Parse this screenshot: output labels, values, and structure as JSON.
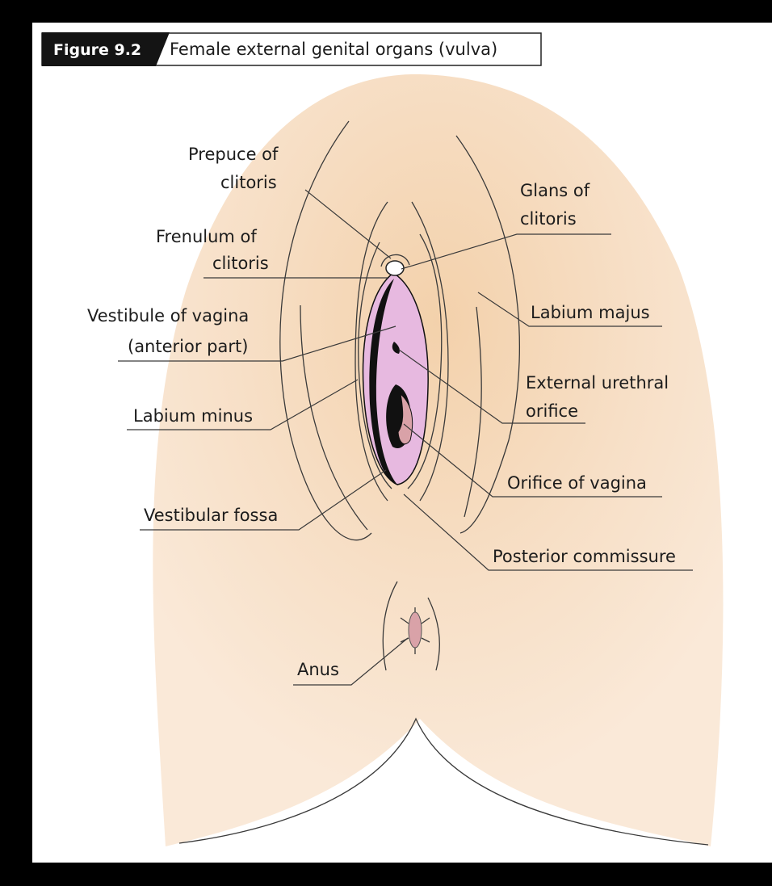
{
  "figure": {
    "number": "Figure 9.2",
    "title": "Female external genital organs (vulva)"
  },
  "colors": {
    "skin": "#f8e4cf",
    "skin_glow": "#f3d4b0",
    "mucosa": "#e7b9e0",
    "vagina_inner": "#d9a2a8",
    "background": "#ffffff",
    "frame": "#000000"
  },
  "labels": {
    "prepuce_line1": "Prepuce of",
    "prepuce_line2": "clitoris",
    "glans_line1": "Glans of",
    "glans_line2": "clitoris",
    "frenulum_line1": "Frenulum of",
    "frenulum_line2": "clitoris",
    "labium_majus": "Labium majus",
    "vestibule_line1": "Vestibule of vagina",
    "vestibule_line2": "(anterior part)",
    "urethral_line1": "External urethral",
    "urethral_line2": "orifice",
    "labium_minus": "Labium minus",
    "orifice_vagina": "Orifice of vagina",
    "vestibular_fossa": "Vestibular fossa",
    "posterior_commissure": "Posterior commissure",
    "anus": "Anus"
  }
}
